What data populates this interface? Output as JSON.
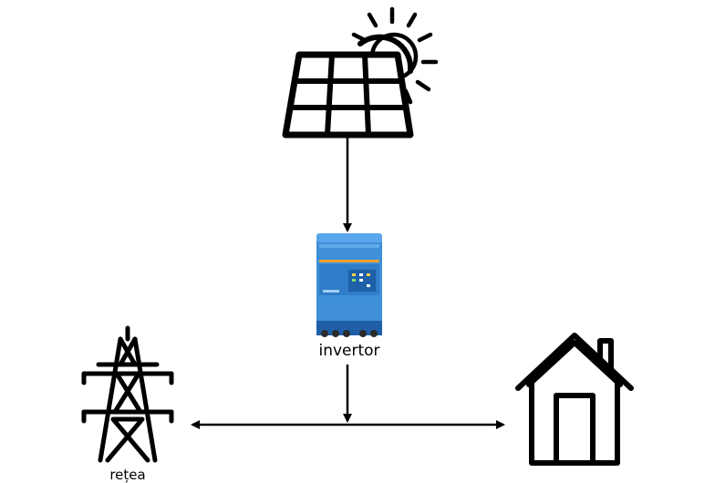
{
  "diagram": {
    "nodes": {
      "solar_panel": {
        "icon": "solar-panel-icon",
        "label": ""
      },
      "inverter": {
        "icon": "inverter-device-icon",
        "label": "invertor"
      },
      "grid": {
        "icon": "power-tower-icon",
        "label": "rețea"
      },
      "house": {
        "icon": "house-icon",
        "label": ""
      }
    },
    "edges": [
      {
        "from": "solar_panel",
        "to": "inverter",
        "direction": "one-way"
      },
      {
        "from": "inverter",
        "to": "grid-house-bus",
        "direction": "one-way"
      },
      {
        "from": "grid",
        "to": "house",
        "direction": "two-way"
      }
    ],
    "colors": {
      "stroke": "#000000",
      "inverter_body": "#3f8fd9",
      "inverter_dark": "#1e5fa8",
      "inverter_accent": "#f0a030"
    }
  }
}
